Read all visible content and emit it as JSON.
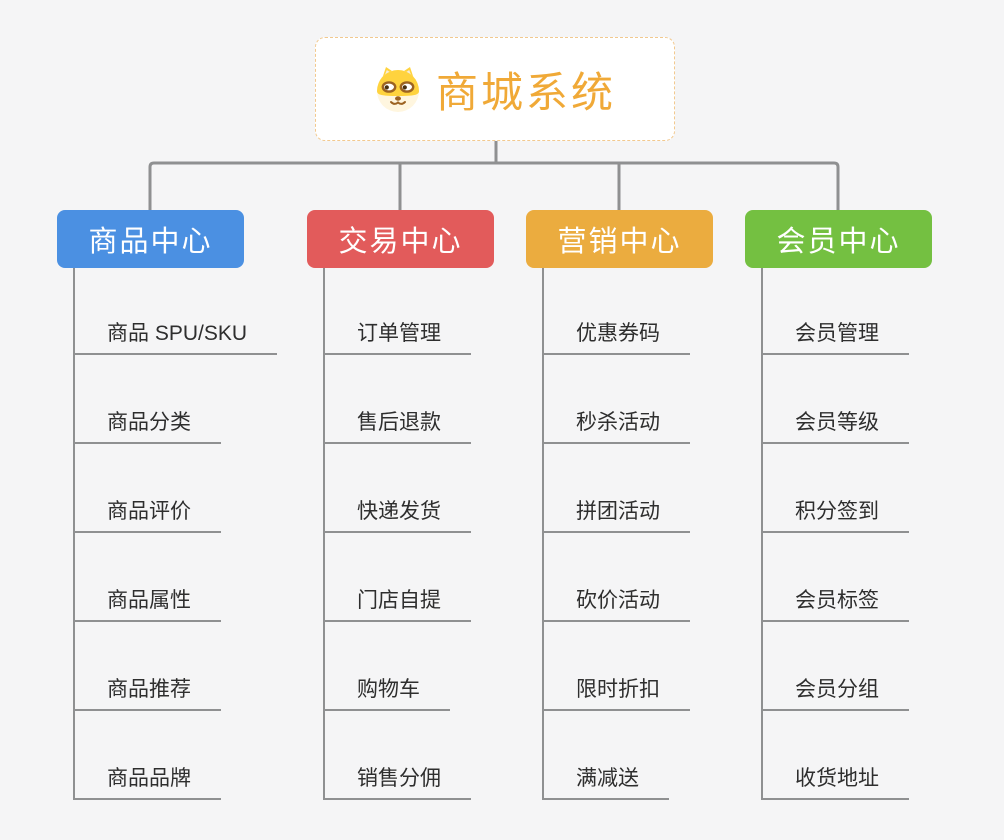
{
  "root": {
    "title": "商城系统",
    "icon": "shiba-dog-icon"
  },
  "branches": [
    {
      "label": "商品中心",
      "color": "#4B90E2",
      "items": [
        "商品 SPU/SKU",
        "商品分类",
        "商品评价",
        "商品属性",
        "商品推荐",
        "商品品牌"
      ]
    },
    {
      "label": "交易中心",
      "color": "#E25B5B",
      "items": [
        "订单管理",
        "售后退款",
        "快递发货",
        "门店自提",
        "购物车",
        "销售分佣"
      ]
    },
    {
      "label": "营销中心",
      "color": "#EBAC3F",
      "items": [
        "优惠券码",
        "秒杀活动",
        "拼团活动",
        "砍价活动",
        "限时折扣",
        "满减送"
      ]
    },
    {
      "label": "会员中心",
      "color": "#74C041",
      "items": [
        "会员管理",
        "会员等级",
        "积分签到",
        "会员标签",
        "会员分组",
        "收货地址"
      ]
    }
  ],
  "colors": {
    "background": "#F5F5F6",
    "connector": "#8F9091",
    "root_text": "#F0A937",
    "root_border": "#F2C98F",
    "leaf_text": "#2E2E2E"
  }
}
